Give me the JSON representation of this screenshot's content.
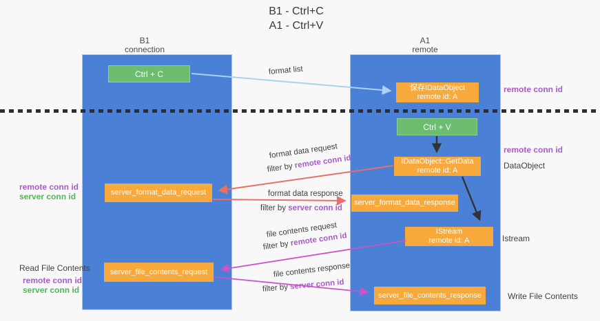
{
  "title": {
    "line1": "B1 - Ctrl+C",
    "line2": "A1 - Ctrl+V"
  },
  "columns": {
    "left": {
      "name": "B1",
      "role": "connection"
    },
    "right": {
      "name": "A1",
      "role": "remote"
    }
  },
  "boxes": {
    "ctrl_c": "Ctrl + C",
    "ctrl_v": "Ctrl + V",
    "save_idataobject": {
      "line1": "保存IDataObject",
      "line2": "remote id: A"
    },
    "idataobject_getdata": {
      "line1": "IDataObject::GetData",
      "line2": "remote id: A"
    },
    "istream": {
      "line1": "IStream",
      "line2": "remote id: A"
    },
    "server_format_data_request": "server_format_data_request",
    "server_format_data_response": "server_format_data_response",
    "server_file_contents_request": "server_file_contents_request",
    "server_file_contents_response": "server_file_contents_response"
  },
  "labels": {
    "remote_conn_id": "remote conn id",
    "server_conn_id": "server conn id",
    "dataobject": "DataObject",
    "istream": "Istream",
    "read_file_contents": "Read File Contents",
    "write_file_contents": "Write File Contents",
    "format_list": "format list",
    "format_data_request": "format data request",
    "format_data_response": "format data response",
    "file_contents_request": "file contents request",
    "file_contents_response": "file contents response",
    "filter_by": "filter by"
  },
  "colors": {
    "lane_blue": "#4a80d6",
    "box_green": "#6dbd70",
    "box_orange": "#f7a93c",
    "arrow_light_blue": "#a9d3f0",
    "arrow_red": "#ea6e63",
    "arrow_magenta": "#cf52c6",
    "arrow_black": "#333333",
    "label_purple": "#a85cc8",
    "label_green": "#56b45c"
  }
}
